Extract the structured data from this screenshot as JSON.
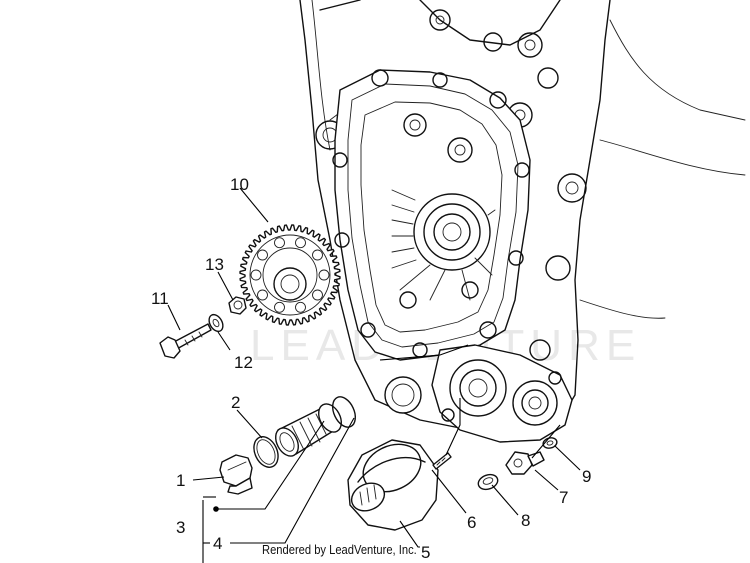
{
  "watermark": "LEADVENTURE",
  "credit": "Rendered by LeadVenture, Inc.",
  "callouts": [
    {
      "id": "1",
      "label": "1"
    },
    {
      "id": "2",
      "label": "2"
    },
    {
      "id": "3",
      "label": "3"
    },
    {
      "id": "4",
      "label": "4"
    },
    {
      "id": "5",
      "label": "5"
    },
    {
      "id": "6",
      "label": "6"
    },
    {
      "id": "7",
      "label": "7"
    },
    {
      "id": "8",
      "label": "8"
    },
    {
      "id": "9",
      "label": "9"
    },
    {
      "id": "10",
      "label": "10"
    },
    {
      "id": "11",
      "label": "11"
    },
    {
      "id": "12",
      "label": "12"
    },
    {
      "id": "13",
      "label": "13"
    }
  ]
}
